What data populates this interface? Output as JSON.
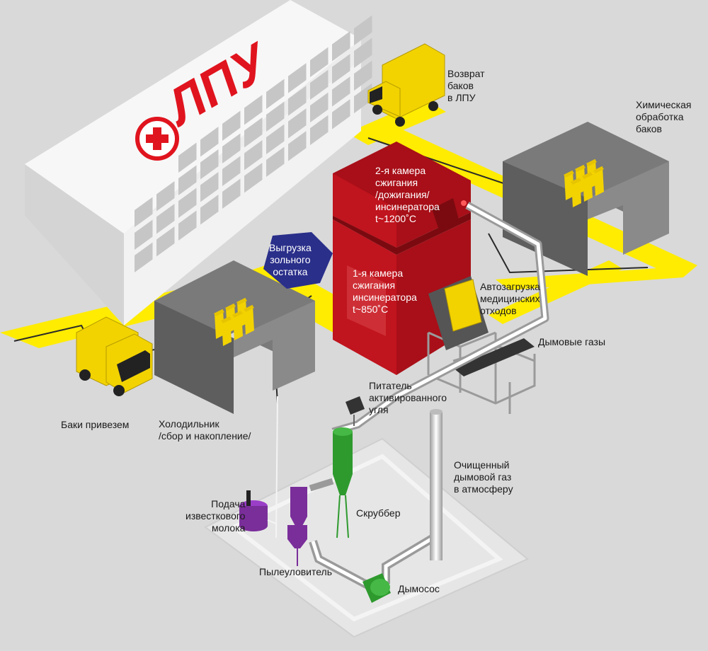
{
  "building": {
    "logo_text": "ЛПУ"
  },
  "labels": {
    "return_tanks": "Возврат\nбаков\nв ЛПУ",
    "chemical_treatment": "Химическая\nобработка\nбаков",
    "chamber2": "2-я камера\nсжигания\n/дожигания/\nинсинератора\nt~1200˚С",
    "chamber1": "1-я камера\nсжигания\nинсинератора\nt~850˚С",
    "ash_unload": "Выгрузка\nзольного\nостатка",
    "autoload": "Автозагрузка\nмедицинских\nотходов",
    "flue_gases": "Дымовые газы",
    "tanks_bring": "Баки привезем",
    "fridge": "Холодильник\n/сбор и накопление/",
    "carbon_feeder": "Питатель\nактивированного\nугля",
    "clean_gas": "Очищенный\nдымовой газ\nв атмосферу",
    "lime_milk": "Подача\nизвесткового\nмолока",
    "scrubber": "Скруббер",
    "dust_collector": "Пылеуловитель",
    "smoke_exhauster": "Дымосос"
  },
  "colors": {
    "background": "#d9d9d9",
    "road": "#ffec00",
    "incinerator": "#c0141e",
    "truck": "#f2d300",
    "scrubber": "#2e9a2e",
    "dust_collector": "#7a2e9a",
    "ash_badge": "#2a2f8a",
    "enclosure": "#6e6e6e",
    "logo": "#e0141e"
  }
}
